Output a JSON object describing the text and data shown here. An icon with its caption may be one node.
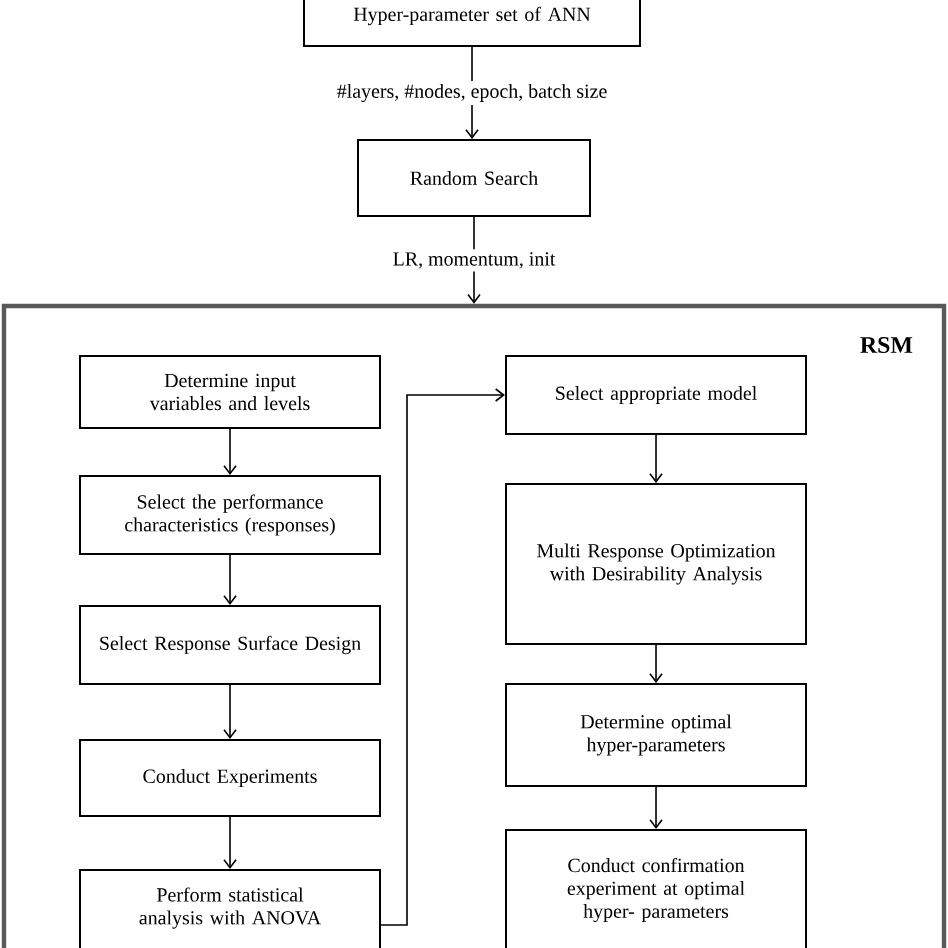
{
  "diagram": {
    "nodes": [
      {
        "text": [
          "Hyper-parameter set of ANN"
        ]
      },
      {
        "text": [
          "Random Search"
        ]
      },
      {
        "text": [
          "RSM"
        ]
      },
      {
        "text": [
          "Determine input variables and levels"
        ],
        "in": 2
      },
      {
        "text": [
          "Select the performance characteristics (responses)"
        ],
        "in": 2
      },
      {
        "text": [
          "Select Response Surface Design"
        ],
        "in": 2
      },
      {
        "text": [
          "Conduct Experiments"
        ],
        "in": 2
      },
      {
        "text": [
          "Perform statistical analysis with ANOVA"
        ],
        "in": 2
      },
      {
        "text": [
          "Select appropriate model"
        ],
        "in": 2
      },
      {
        "text": [
          "Multi Response Optimization with Desirability Analysis"
        ],
        "in": 2
      },
      {
        "text": [
          "Determine optimal hyper-parameters"
        ],
        "in": 2
      },
      {
        "text": [
          "Conduct confirmation experiment at optimal hyper- parameters"
        ],
        "in": 2
      }
    ],
    "edges": [
      {
        "from": 0,
        "to": 1,
        "arrow": "to",
        "label": "#layers, #nodes, epoch, batch size"
      },
      {
        "from": 1,
        "to": 2,
        "arrow": "to",
        "label": "LR, momentum, init"
      },
      {
        "from": 3,
        "to": 4,
        "arrow": "to"
      },
      {
        "from": 4,
        "to": 5,
        "arrow": "to"
      },
      {
        "from": 5,
        "to": 6,
        "arrow": "to"
      },
      {
        "from": 6,
        "to": 7,
        "arrow": "to"
      },
      {
        "from": 7,
        "to": 8,
        "arrow": "to"
      },
      {
        "from": 8,
        "to": 9,
        "arrow": "to"
      },
      {
        "from": 9,
        "to": 10,
        "arrow": "to"
      },
      {
        "from": 10,
        "to": 11,
        "arrow": "to"
      }
    ]
  }
}
